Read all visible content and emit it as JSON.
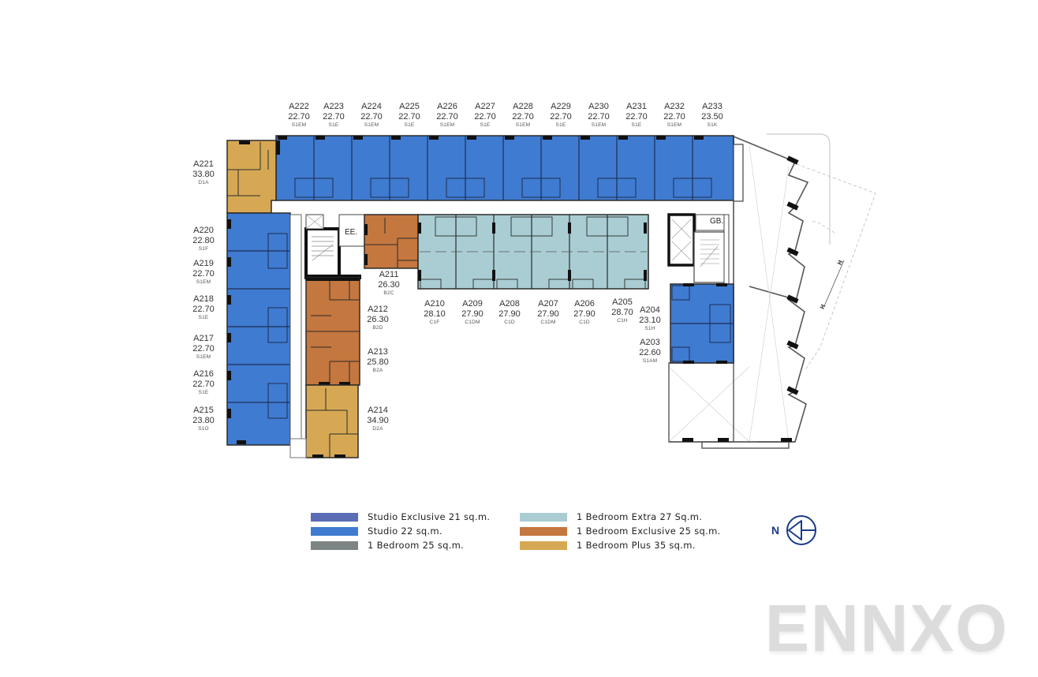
{
  "colors": {
    "studio_exclusive": "#5b6db5",
    "studio": "#3f7bd0",
    "one_bedroom": "#7d8584",
    "one_bedroom_extra": "#a9cdd3",
    "one_bedroom_exclusive": "#c4773e",
    "one_bedroom_plus": "#d7a854",
    "wall": "#2b2b2b",
    "corridor": "#ffffff"
  },
  "units_top_row": [
    {
      "code": "A222",
      "area": "22.70",
      "type": "S1EM"
    },
    {
      "code": "A223",
      "area": "22.70",
      "type": "S1E"
    },
    {
      "code": "A224",
      "area": "22.70",
      "type": "S1EM"
    },
    {
      "code": "A225",
      "area": "22.70",
      "type": "S1E"
    },
    {
      "code": "A226",
      "area": "22.70",
      "type": "S1EM"
    },
    {
      "code": "A227",
      "area": "22.70",
      "type": "S1E"
    },
    {
      "code": "A228",
      "area": "22.70",
      "type": "S1EM"
    },
    {
      "code": "A229",
      "area": "22.70",
      "type": "S1E"
    },
    {
      "code": "A230",
      "area": "22.70",
      "type": "S1EM"
    },
    {
      "code": "A231",
      "area": "22.70",
      "type": "S1E"
    },
    {
      "code": "A232",
      "area": "22.70",
      "type": "S1EM"
    },
    {
      "code": "A233",
      "area": "23.50",
      "type": "S1K"
    }
  ],
  "units_left_column": [
    {
      "code": "A221",
      "area": "33.80",
      "type": "D1A"
    },
    {
      "code": "A220",
      "area": "22.80",
      "type": "S1F"
    },
    {
      "code": "A219",
      "area": "22.70",
      "type": "S1EM"
    },
    {
      "code": "A218",
      "area": "22.70",
      "type": "S1E"
    },
    {
      "code": "A217",
      "area": "22.70",
      "type": "S1EM"
    },
    {
      "code": "A216",
      "area": "22.70",
      "type": "S1E"
    },
    {
      "code": "A215",
      "area": "23.80",
      "type": "S1O"
    }
  ],
  "units_inner_column": [
    {
      "code": "A211",
      "area": "26.30",
      "type": "B2C"
    },
    {
      "code": "A212",
      "area": "26.30",
      "type": "B2D"
    },
    {
      "code": "A213",
      "area": "25.80",
      "type": "B2A"
    },
    {
      "code": "A214",
      "area": "34.90",
      "type": "D2A"
    }
  ],
  "units_middle_row": [
    {
      "code": "A210",
      "area": "28.10",
      "type": "C1F"
    },
    {
      "code": "A209",
      "area": "27.90",
      "type": "C1DM"
    },
    {
      "code": "A208",
      "area": "27.90",
      "type": "C1D"
    },
    {
      "code": "A207",
      "area": "27.90",
      "type": "C1DM"
    },
    {
      "code": "A206",
      "area": "27.90",
      "type": "C1D"
    },
    {
      "code": "A205",
      "area": "28.70",
      "type": "C1H"
    }
  ],
  "units_right_block": [
    {
      "code": "A204",
      "area": "23.10",
      "type": "S1H"
    },
    {
      "code": "A203",
      "area": "22.60",
      "type": "S1AM"
    }
  ],
  "room_tags": {
    "elevator_left": "EE.",
    "garbage_right": "GB."
  },
  "legend": [
    {
      "label": "Studio Exclusive 21 sq.m.",
      "color": "#5b6db5"
    },
    {
      "label": "Studio 22 sq.m.",
      "color": "#3f7bd0"
    },
    {
      "label": "1 Bedroom 25 sq.m.",
      "color": "#7d8584"
    },
    {
      "label": "1 Bedroom Extra 27 Sq.m.",
      "color": "#a9cdd3"
    },
    {
      "label": "1 Bedroom Exclusive 25 sq.m.",
      "color": "#c4773e"
    },
    {
      "label": "1 Bedroom Plus 35 sq.m.",
      "color": "#d7a854"
    }
  ],
  "compass": {
    "label": "N",
    "icon": "north-arrow-icon"
  },
  "watermark": "ENNXO"
}
